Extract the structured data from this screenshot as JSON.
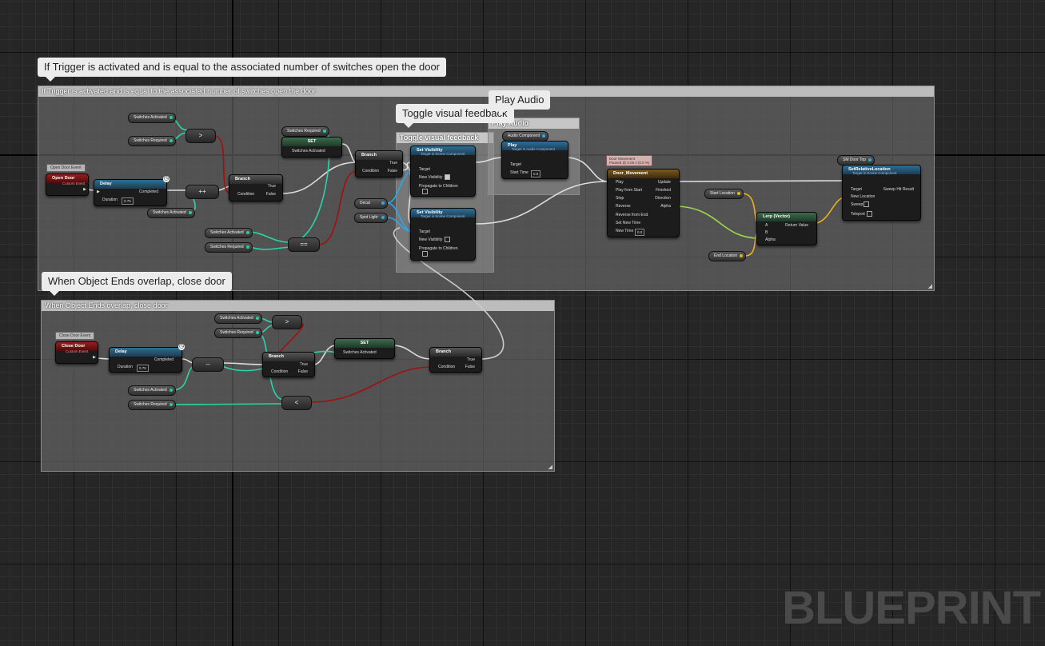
{
  "comments": {
    "open": {
      "bubble": "If Trigger is activated and is equal to the associated number of switches open the door",
      "header": "If Trigger is activated and is equal to the associated number of switches open the door"
    },
    "toggle": {
      "bubble": "Toggle visual feedback",
      "header": "Toggle visual feedback"
    },
    "audio": {
      "bubble": "Play Audio",
      "header": "Play Audio"
    },
    "close": {
      "bubble": "When Object Ends overlap, close door",
      "header": "When Object Ends overlap, close door"
    }
  },
  "nodes": {
    "open_event": {
      "label": "Open Door Event",
      "title": "Open Door",
      "subtitle": "Custom Event"
    },
    "delay1": {
      "title": "Delay",
      "completed": "Completed",
      "duration_label": "Duration",
      "duration": "0.75"
    },
    "inc": {
      "op": "++"
    },
    "branch1": {
      "title": "Branch",
      "true": "True",
      "false": "False",
      "condition": "Condition"
    },
    "greater1": {
      "op": ">"
    },
    "set1": {
      "title": "SET",
      "var": "Switches Activated"
    },
    "branch2": {
      "title": "Branch",
      "true": "True",
      "false": "False",
      "condition": "Condition"
    },
    "equals": {
      "op": "=="
    },
    "setvis1": {
      "title": "Set Visibility",
      "subtitle": "Target is Scene Component",
      "target": "Target",
      "new_visibility": "New Visibility",
      "propagate": "Propagate to Children"
    },
    "setvis2": {
      "title": "Set Visibility",
      "subtitle": "Target is Scene Component",
      "target": "Target",
      "new_visibility": "New Visibility",
      "propagate": "Propagate to Children"
    },
    "play": {
      "title": "Play",
      "subtitle": "Target is Audio Component",
      "target": "Target",
      "start_time_label": "Start Time",
      "start_time": "0.0"
    },
    "timeline": {
      "warning": "Door Movement\nPaused @ 0.00 s (0.0 %)",
      "title": "Door_Movement",
      "inputs": [
        "Play",
        "Play from Start",
        "Stop",
        "Reverse",
        "Reverse from End",
        "Set New Time",
        "New Time"
      ],
      "outputs": [
        "Update",
        "Finished",
        "Direction",
        "Alpha"
      ],
      "new_time": "0.0"
    },
    "lerp": {
      "title": "Lerp (Vector)",
      "a": "A",
      "b": "B",
      "alpha": "Alpha",
      "ret": "Return Value"
    },
    "setrel": {
      "title": "SetRelativeLocation",
      "subtitle": "Target is Scene Component",
      "target": "Target",
      "newloc": "New Location",
      "sweep": "Sweep",
      "teleport": "Teleport",
      "sweep_hit": "Sweep Hit Result"
    },
    "close_event": {
      "label": "Close Door Event",
      "title": "Close Door",
      "subtitle": "Custom Event"
    },
    "delay2": {
      "title": "Delay",
      "completed": "Completed",
      "duration_label": "Duration",
      "duration": "0.75"
    },
    "dec": {
      "op": "--"
    },
    "greater2": {
      "op": ">"
    },
    "branch3": {
      "title": "Branch",
      "true": "True",
      "false": "False",
      "condition": "Condition"
    },
    "set2": {
      "title": "SET",
      "var": "Switches Activated"
    },
    "branch4": {
      "title": "Branch",
      "true": "True",
      "false": "False",
      "condition": "Condition"
    },
    "less": {
      "op": "<"
    }
  },
  "vars": {
    "switches_activated": "Switches Activated",
    "switches_required": "Switches Required",
    "decal": "Decal",
    "spot_light": "Spot Light",
    "audio_component": "Audio Component",
    "sm_door_top": "SM Door Top",
    "start_location": "Start Location",
    "end_location": "End Location"
  },
  "watermark": "BLUEPRINT"
}
